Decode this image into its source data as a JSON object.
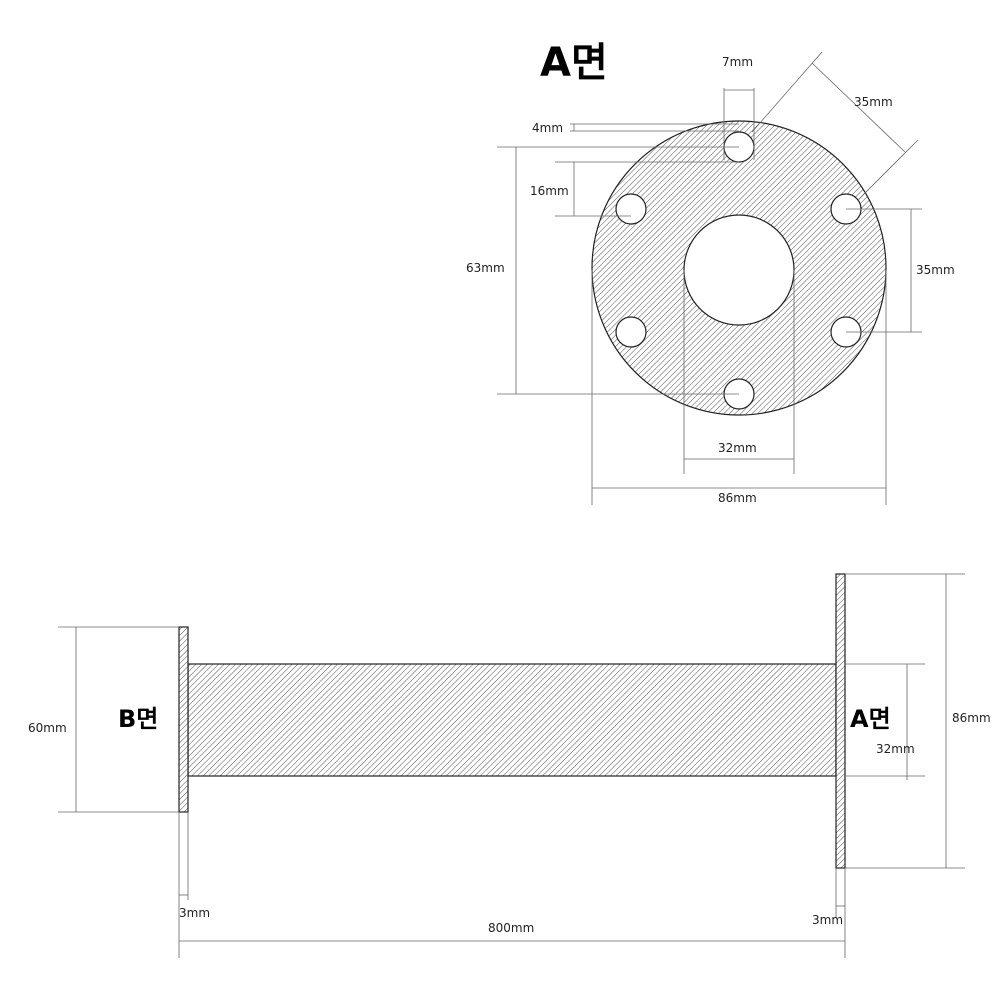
{
  "front_view": {
    "title": "A면",
    "labels": {
      "hole_dia": "7mm",
      "pcd_diag": "35mm",
      "top_offset": "4mm",
      "hole_row": "16mm",
      "hole_span_v": "63mm",
      "hole_span_right": "35mm",
      "bore": "32mm",
      "outer": "86mm"
    }
  },
  "side_view": {
    "b_face": "B면",
    "a_face": "A면",
    "labels": {
      "b_flange_height": "60mm",
      "b_thickness": "3mm",
      "length": "800mm",
      "a_thickness": "3mm",
      "a_flange_height": "86mm",
      "bore": "32mm"
    }
  }
}
